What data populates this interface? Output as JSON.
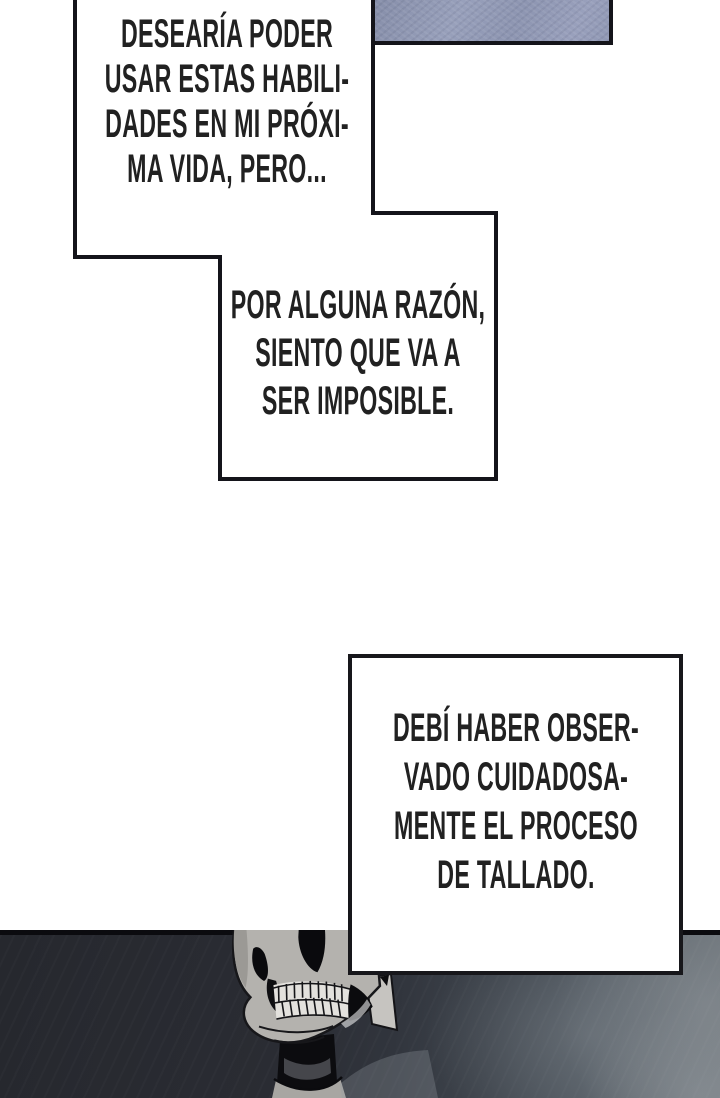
{
  "bubbles": [
    {
      "name": "speech-bubble-1",
      "lines": [
        "DESEARÍA PODER",
        "USAR ESTAS HABILI-",
        "DADES EN MI PRÓXI-",
        "MA VIDA, PERO..."
      ]
    },
    {
      "name": "speech-bubble-2",
      "lines": [
        "POR ALGUNA RAZÓN,",
        "SIENTO QUE VA A",
        "SER IMPOSIBLE."
      ]
    },
    {
      "name": "speech-bubble-3",
      "lines": [
        "DEBÍ HABER OBSER-",
        "VADO CUIDADOSA-",
        "MENTE EL PROCESO",
        "DE TALLADO."
      ]
    }
  ],
  "artwork": {
    "top_panel": "blue-gray textured wall fragment",
    "bottom_panel": "dark scene with skeleton skull, neck vertebrae and smoky light",
    "skull": "skull-icon"
  },
  "colors": {
    "paper": "#ffffff",
    "outline_black": "#14141a",
    "text": "#212121",
    "top_panel_fill": "#9097b2",
    "bottom_panel_dark": "#2a2c33",
    "bottom_panel_light": "#8f979c",
    "skull_gray": "#b4b2ae"
  }
}
